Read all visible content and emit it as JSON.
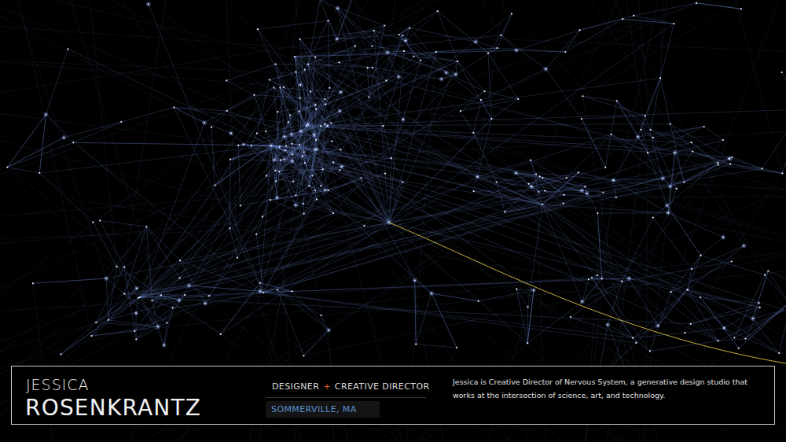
{
  "diagram": {
    "nodes": [
      {
        "text": [
          "JESSICA",
          "ROSENKRANTZ",
          "DESIGNER",
          "+",
          "CREATIVE DIRECTOR",
          "Jessica is Creative Director of Nervous System, a generative design studio that works at the intersection of science, art, and technology."
        ]
      },
      {
        "text": [
          "SOMMERVILLE, MA"
        ],
        "in": 0
      }
    ]
  }
}
